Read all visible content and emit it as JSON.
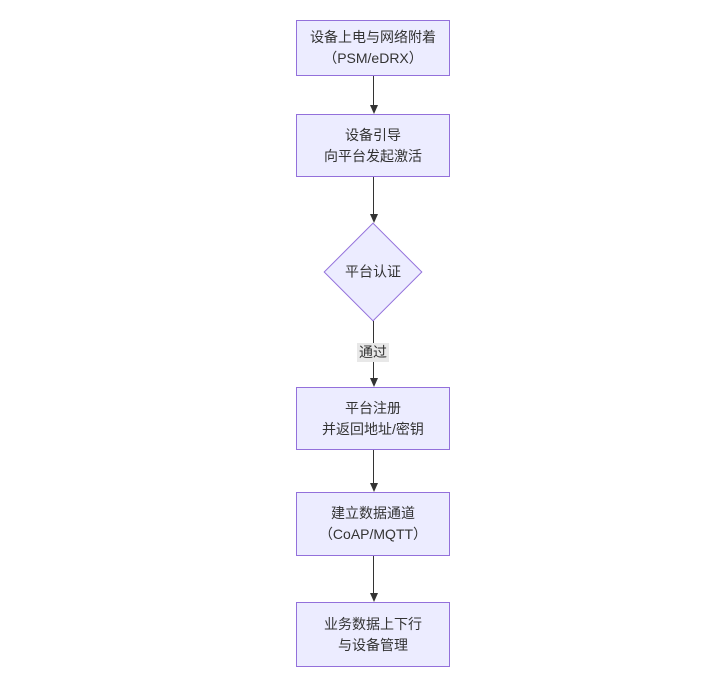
{
  "diagram": {
    "type": "flowchart",
    "direction": "top-down",
    "background": "#ffffff",
    "colors": {
      "node_fill": "#ececff",
      "node_border": "#9370db",
      "text": "#333333",
      "edge": "#333333",
      "edge_label_bg": "#e8e8e8"
    },
    "nodes": [
      {
        "id": "A",
        "shape": "rect",
        "lines": [
          "设备上电与网络附着",
          "（PSM/eDRX）"
        ]
      },
      {
        "id": "B",
        "shape": "rect",
        "lines": [
          "设备引导",
          "向平台发起激活"
        ]
      },
      {
        "id": "C",
        "shape": "diamond",
        "lines": [
          "平台认证"
        ]
      },
      {
        "id": "D",
        "shape": "rect",
        "lines": [
          "平台注册",
          "并返回地址/密钥"
        ]
      },
      {
        "id": "E",
        "shape": "rect",
        "lines": [
          "建立数据通道",
          "（CoAP/MQTT）"
        ]
      },
      {
        "id": "F",
        "shape": "rect",
        "lines": [
          "业务数据上下行",
          "与设备管理"
        ]
      }
    ],
    "edges": [
      {
        "from": "A",
        "to": "B",
        "label": ""
      },
      {
        "from": "B",
        "to": "C",
        "label": ""
      },
      {
        "from": "C",
        "to": "D",
        "label": "通过"
      },
      {
        "from": "D",
        "to": "E",
        "label": ""
      },
      {
        "from": "E",
        "to": "F",
        "label": ""
      }
    ]
  }
}
